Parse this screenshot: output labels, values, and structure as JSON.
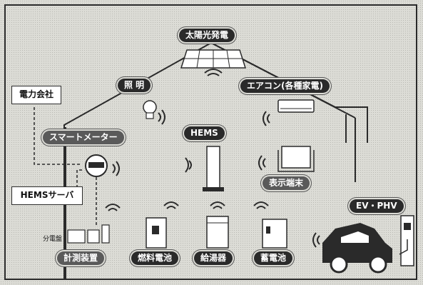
{
  "labels": {
    "solar": "太陽光発電",
    "lighting": "照 明",
    "aircon": "エアコン(各種家電)",
    "power_company": "電力会社",
    "smart_meter": "スマートメーター",
    "hems": "HEMS",
    "display": "表示端末",
    "hems_server": "HEMSサーバ",
    "ev": "EV・PHV",
    "distribution_board": "分電盤",
    "measurement": "計測装置",
    "fuel_cell": "燃料電池",
    "water_heater": "給湯器",
    "battery": "蓄電池"
  },
  "colors": {
    "pill_bg": "#2a2a2a",
    "line": "#2a2a2a",
    "background": "#dcdcd6"
  }
}
